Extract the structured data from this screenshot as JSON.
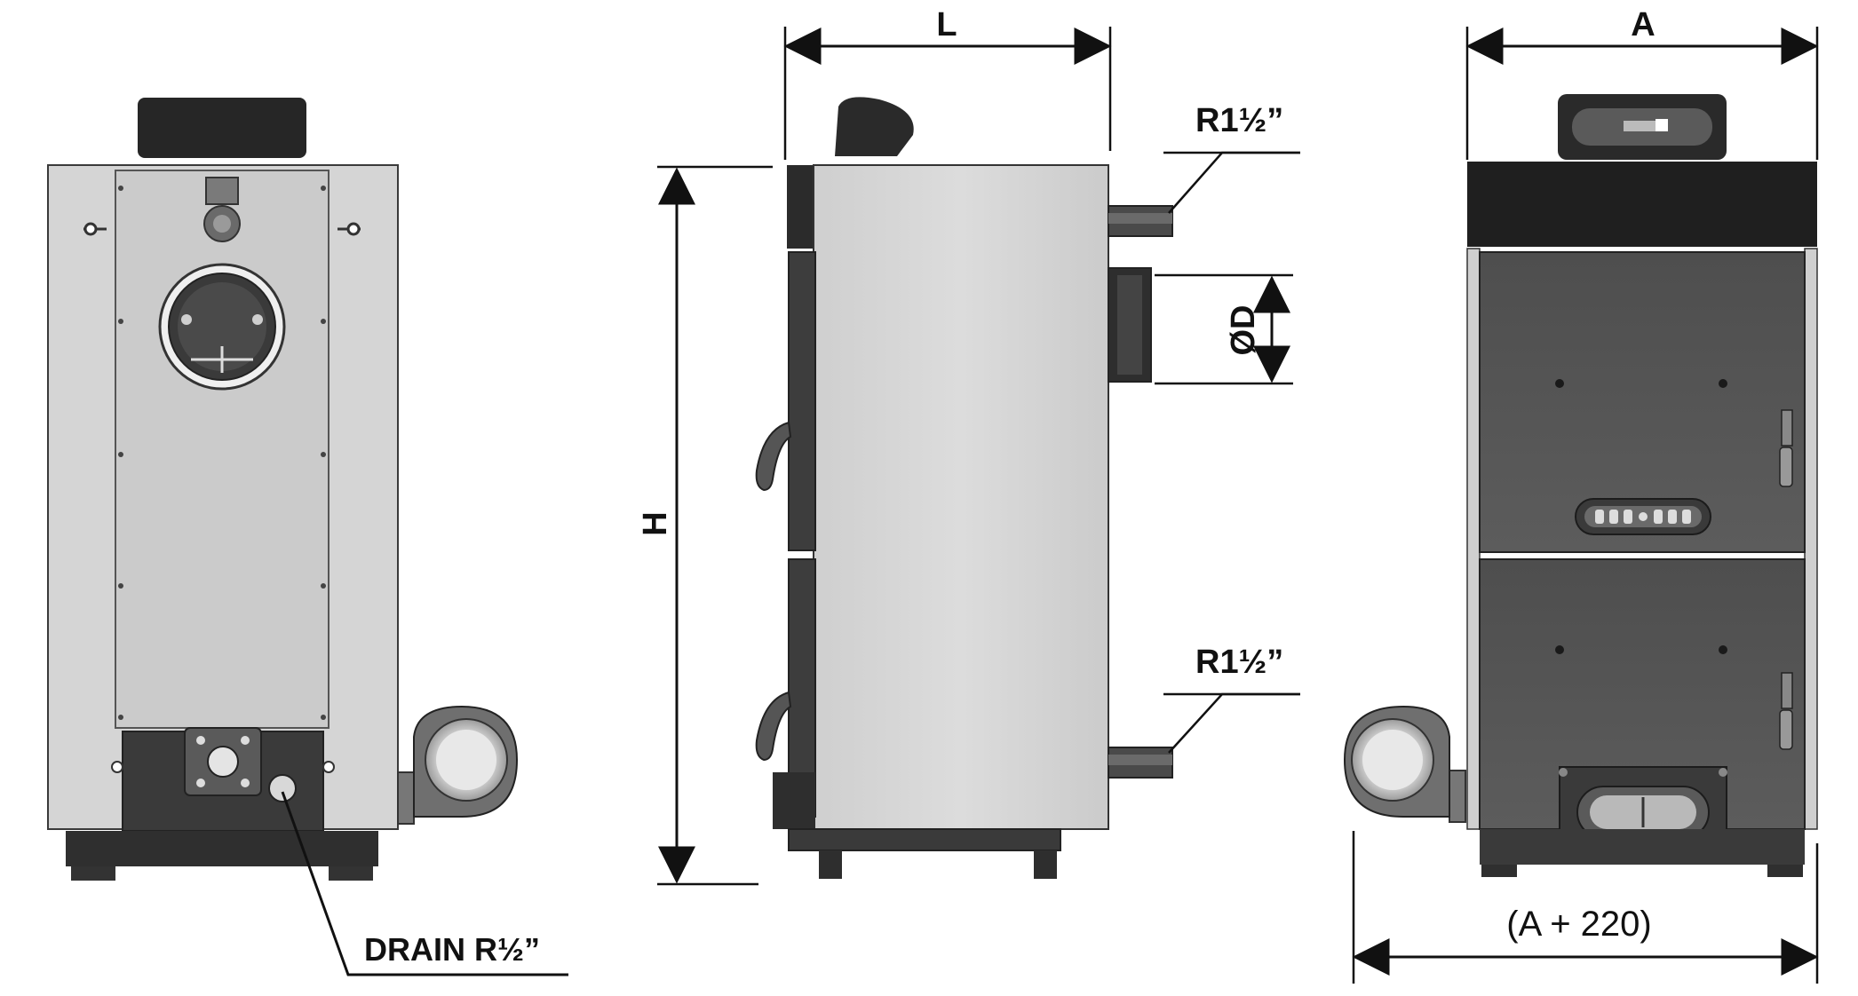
{
  "colors": {
    "background": "#ffffff",
    "casing_light": "#d6d6d6",
    "casing_edge": "#3a3a3a",
    "panel": "#c9c9c9",
    "dark_steel": "#2b2b2b",
    "door_grey": "#5a5a5a",
    "dimension_line": "#111111"
  },
  "rear_view": {
    "labels": {
      "drain": "DRAIN R½”"
    },
    "icons": [
      "flue-outlet-icon",
      "burner-fan-icon",
      "inspection-port-icon"
    ]
  },
  "side_view": {
    "labels": {
      "length": "L",
      "height": "H",
      "flue_diameter": "ØD",
      "upper_connection": "R1½”",
      "lower_connection": "R1½”"
    },
    "icons": [
      "door-handle-icon",
      "flue-collar-icon"
    ]
  },
  "front_view": {
    "labels": {
      "width": "A",
      "overall_width": "(A + 220)"
    },
    "icons": [
      "controller-display-icon",
      "air-vent-icon",
      "ash-door-vent-icon",
      "burner-fan-icon"
    ]
  }
}
